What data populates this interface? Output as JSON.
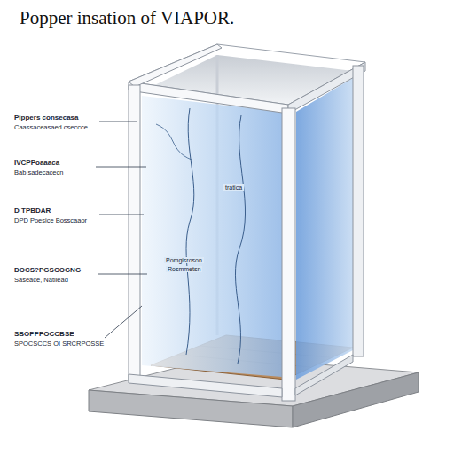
{
  "diagram": {
    "title": "Popper insation of VIAPOR.",
    "labels": [
      "Pippers consecasa",
      "Caassaceasaed cseccce",
      "IVCPPoaaaca",
      "Bab sadecacecn",
      "D TPBDAR",
      "DPD Poesice Bosscaaor",
      "DOCS?PGSCOGNG",
      "Saseace, Natilead",
      "SBOPPPOCCBSE",
      "SPOCSCCS OI SRCRPOSSE",
      "tratica",
      "Pomgisroson",
      "Rosmmetsn"
    ]
  }
}
